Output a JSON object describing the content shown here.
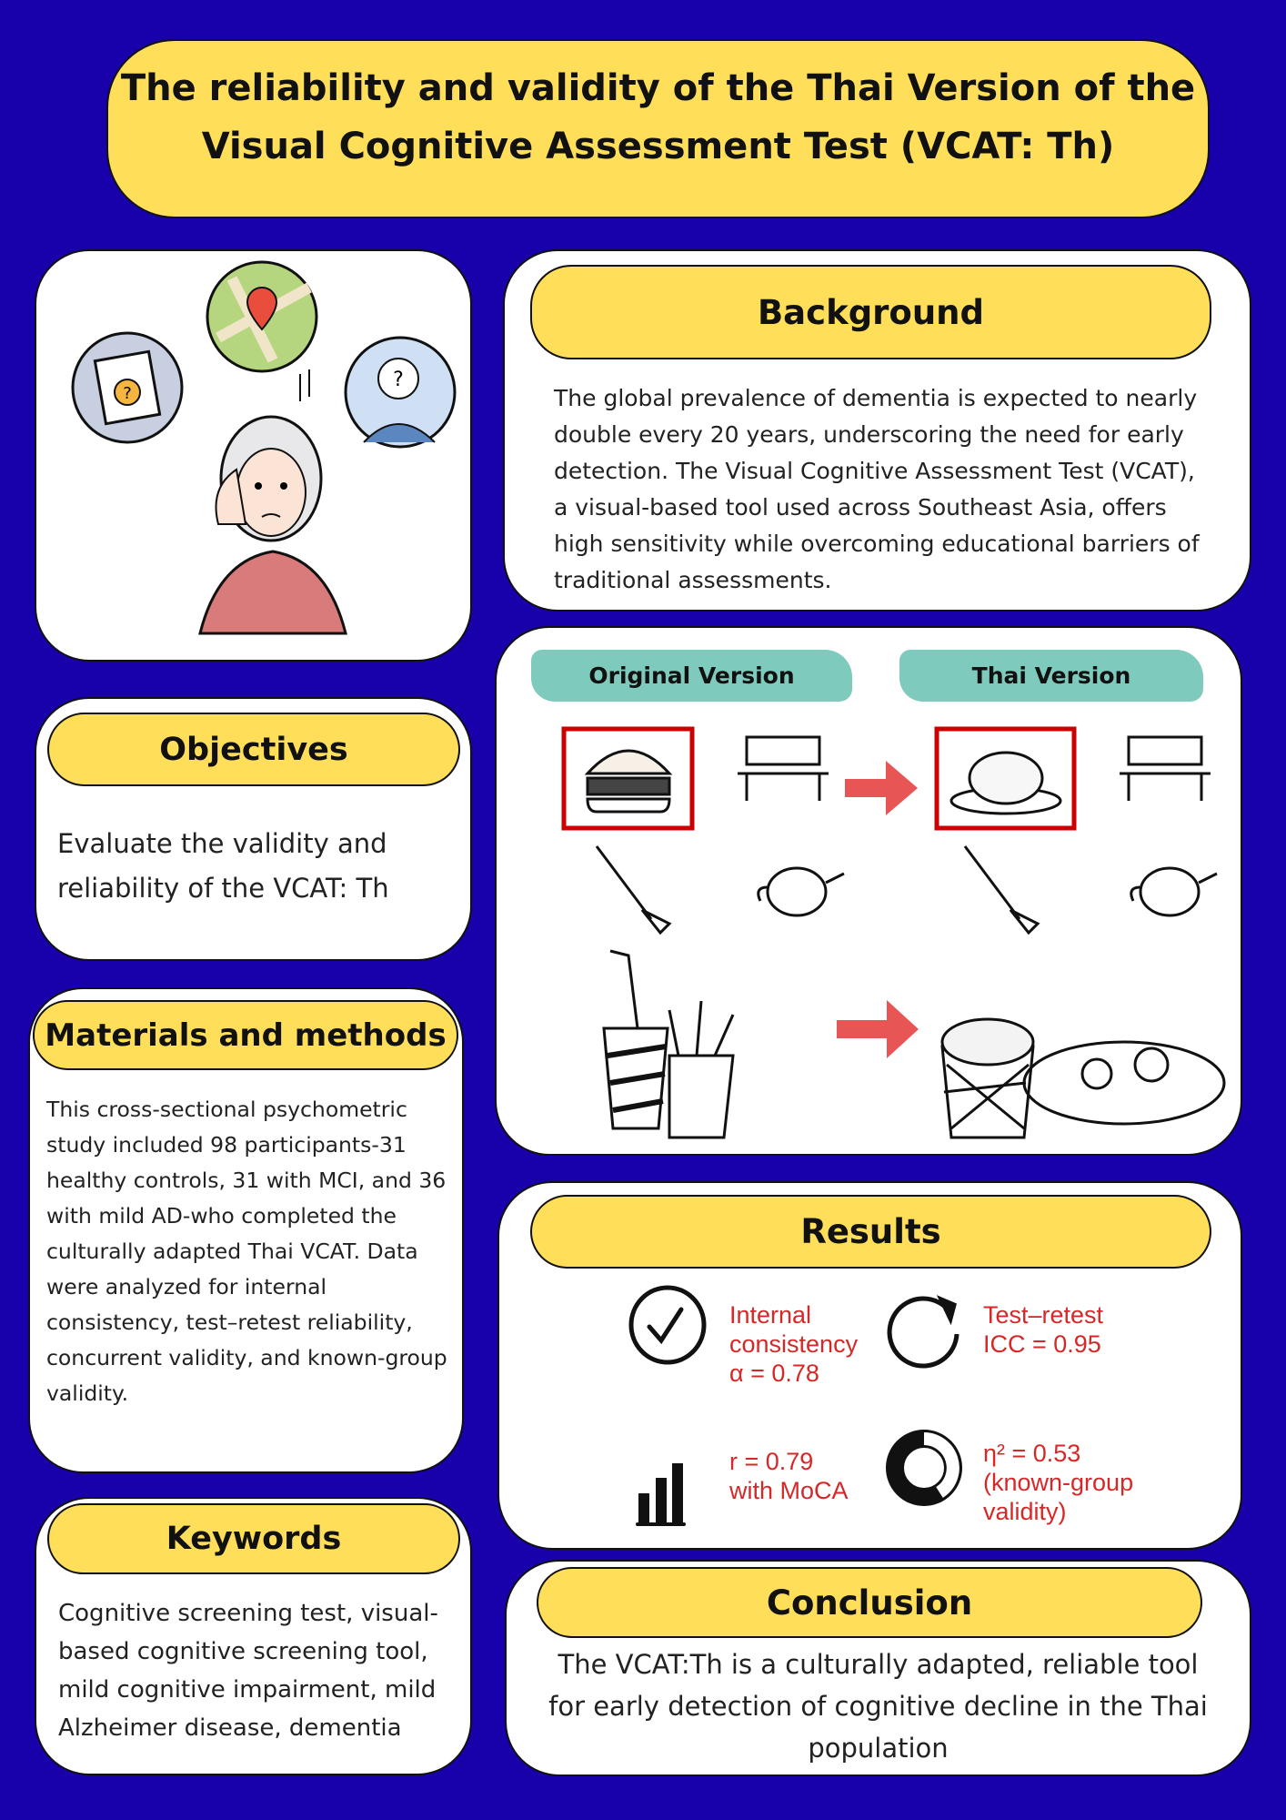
{
  "title": {
    "line1": "The reliability and validity of the Thai Version of the",
    "line2": "Visual Cognitive Assessment Test (VCAT: Th)"
  },
  "background": {
    "heading": "Background",
    "lines": [
      "The global prevalence of dementia is expected to nearly",
      "double every 20 years, underscoring the need for early",
      "detection. The Visual Cognitive Assessment Test (VCAT),",
      "a visual-based tool used across Southeast Asia, offers",
      "high sensitivity while overcoming educational barriers of",
      "traditional assessments."
    ]
  },
  "versions": {
    "original": "Original Version",
    "thai": "Thai Version"
  },
  "objectives": {
    "heading": "Objectives",
    "lines": [
      "Evaluate the validity and",
      "reliability of the  VCAT: Th"
    ]
  },
  "materials": {
    "heading": "Materials and methods",
    "lines": [
      "This cross-sectional psychometric",
      "study included 98 participants-31",
      "healthy controls, 31 with MCI, and 36",
      "with mild AD-who completed the",
      "culturally adapted Thai VCAT. Data",
      "were analyzed for internal",
      "consistency, test–retest reliability,",
      "concurrent validity, and known-group",
      "validity."
    ]
  },
  "keywords": {
    "heading": "Keywords",
    "lines": [
      "Cognitive screening test, visual-",
      "based cognitive screening tool,",
      "mild cognitive impairment, mild",
      "Alzheimer disease, dementia"
    ]
  },
  "results": {
    "heading": "Results",
    "items": [
      {
        "icon": "check-circle-icon",
        "lines": [
          "Internal",
          "consistency",
          "α = 0.78"
        ]
      },
      {
        "icon": "refresh-icon",
        "lines": [
          "Test–retest",
          "ICC = 0.95"
        ]
      },
      {
        "icon": "bar-chart-icon",
        "lines": [
          "r = 0.79",
          "with MoCA"
        ]
      },
      {
        "icon": "donut-chart-icon",
        "lines": [
          "η² = 0.53",
          "(known-group",
          "validity)"
        ]
      }
    ]
  },
  "conclusion": {
    "heading": "Conclusion",
    "lines": [
      "The  VCAT:Th is a culturally adapted, reliable tool",
      "for early detection of cognitive decline in the Thai",
      "population"
    ]
  },
  "colors": {
    "background": "#1800aa",
    "accent": "#ffde59",
    "result_text": "#d62828",
    "teal": "#7ecbbd"
  }
}
